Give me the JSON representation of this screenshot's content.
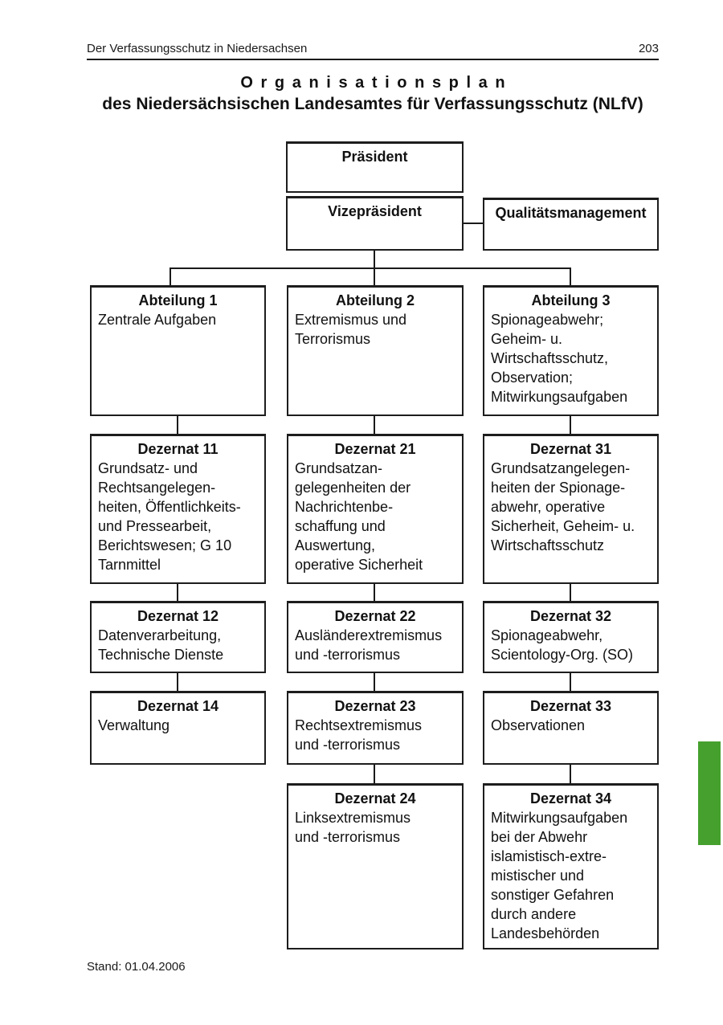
{
  "header": {
    "section_title": "Der Verfassungsschutz in Niedersachsen",
    "page_number": "203"
  },
  "title": {
    "line1": "Organisationsplan",
    "line2": "des Niedersächsischen Landesamtes für Verfassungsschutz (NLfV)"
  },
  "leadership": {
    "president": "Präsident",
    "vice_president": "Vizepräsident",
    "quality_management": "Qualitätsmanagement"
  },
  "departments": [
    {
      "title": "Abteilung 1",
      "lines": [
        "Zentrale Aufgaben"
      ]
    },
    {
      "title": "Abteilung 2",
      "lines": [
        "Extremismus und",
        "Terrorismus"
      ]
    },
    {
      "title": "Abteilung 3",
      "lines": [
        "Spionageabwehr;",
        "Geheim- u.",
        "Wirtschaftsschutz,",
        "Observation;",
        "Mitwirkungsaufgaben"
      ]
    }
  ],
  "units": [
    {
      "title": "Dezernat 11",
      "lines": [
        "Grundsatz- und",
        "Rechtsangelegen-",
        "heiten, Öffentlichkeits-",
        "und Pressearbeit,",
        "Berichtswesen; G 10",
        "Tarnmittel"
      ]
    },
    {
      "title": "Dezernat 21",
      "lines": [
        "Grundsatzan-",
        "gelegenheiten der",
        "Nachrichtenbe-",
        "schaffung und",
        "Auswertung,",
        "operative Sicherheit"
      ]
    },
    {
      "title": "Dezernat 31",
      "lines": [
        "Grundsatzangelegen-",
        "heiten der Spionage-",
        "abwehr, operative",
        "Sicherheit, Geheim- u.",
        "Wirtschaftsschutz"
      ]
    },
    {
      "title": "Dezernat 12",
      "lines": [
        "Datenverarbeitung,",
        "Technische Dienste"
      ]
    },
    {
      "title": "Dezernat 22",
      "lines": [
        "Ausländerextremismus",
        "und -terrorismus"
      ]
    },
    {
      "title": "Dezernat 32",
      "lines": [
        "Spionageabwehr,",
        "Scientology-Org. (SO)"
      ]
    },
    {
      "title": "Dezernat 14",
      "lines": [
        "Verwaltung"
      ]
    },
    {
      "title": "Dezernat 23",
      "lines": [
        "Rechtsextremismus",
        "und -terrorismus"
      ]
    },
    {
      "title": "Dezernat 33",
      "lines": [
        "Observationen"
      ]
    },
    {
      "title": "Dezernat 24",
      "lines": [
        "Linksextremismus",
        "und -terrorismus"
      ]
    },
    {
      "title": "Dezernat 34",
      "lines": [
        "Mitwirkungsaufgaben",
        "bei der Abwehr",
        "islamistisch-extre-",
        "mistischer und",
        "sonstiger Gefahren",
        "durch andere",
        "Landesbehörden"
      ]
    }
  ],
  "footer": {
    "stand": "Stand: 01.04.2006"
  },
  "colors": {
    "accent_green": "#46a02d",
    "line": "#1a1a1a"
  }
}
